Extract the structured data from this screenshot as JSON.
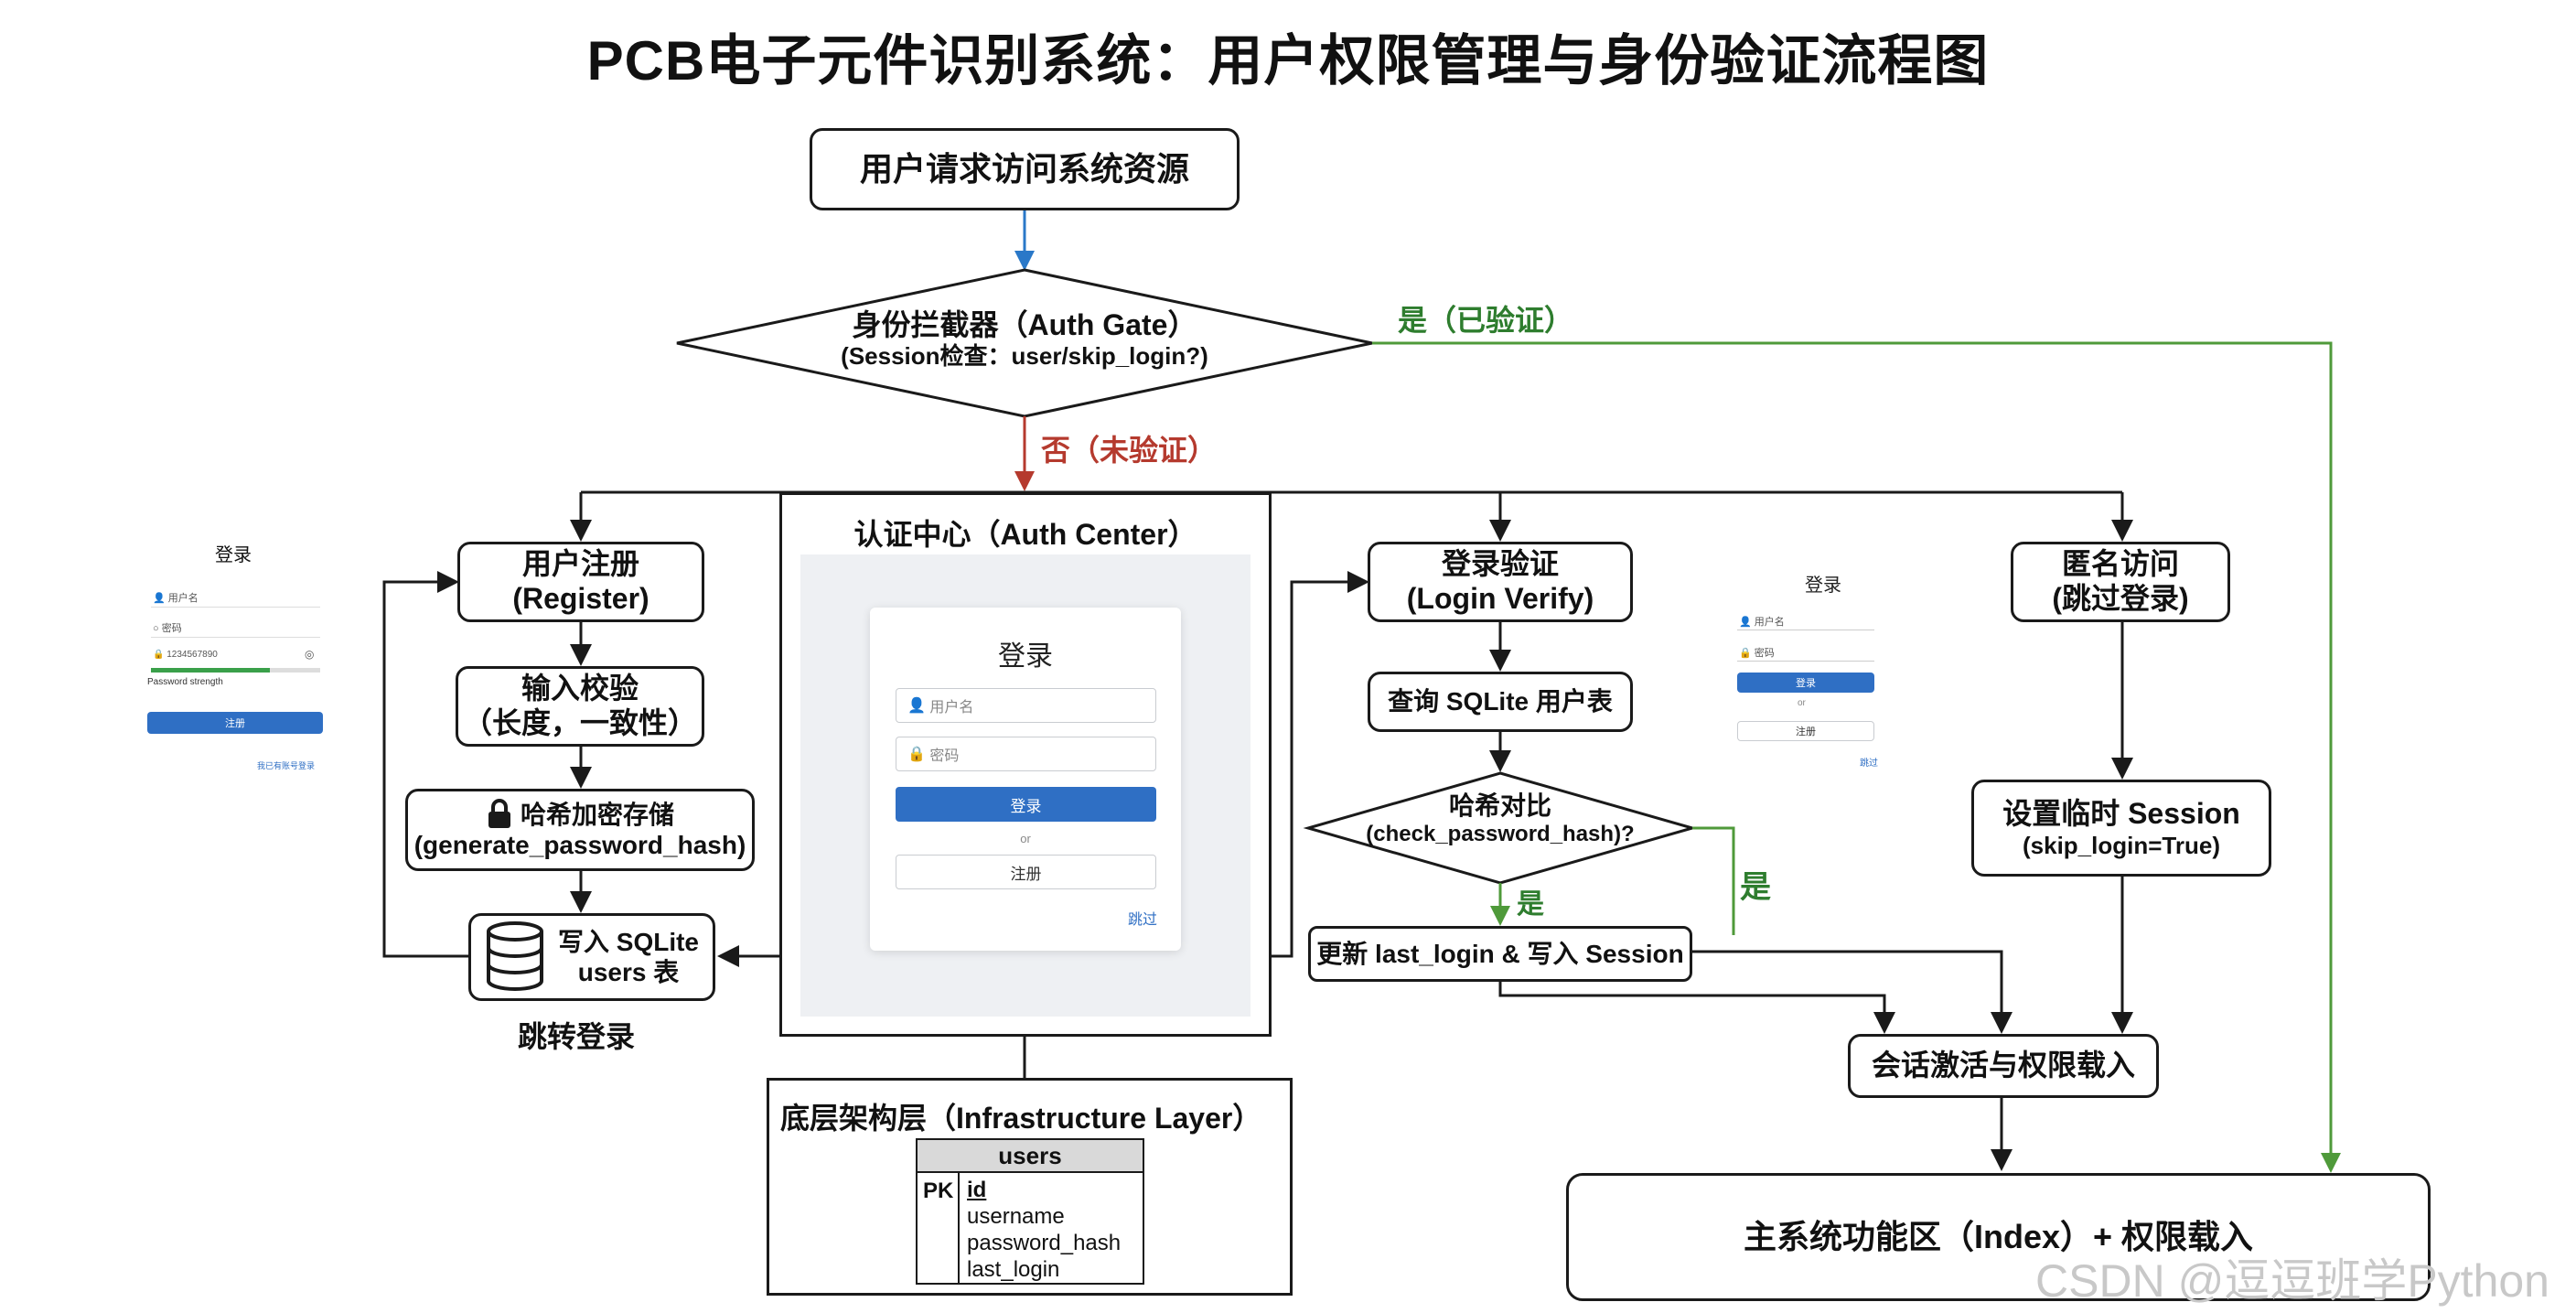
{
  "title": "PCB电子元件识别系统：用户权限管理与身份验证流程图",
  "nodes": {
    "start": "用户请求访问系统资源",
    "gate_line1": "身份拦截器（Auth Gate）",
    "gate_line2": "(Session检查：user/skip_login?)",
    "register_line1": "用户注册",
    "register_line2": "(Register)",
    "validate_line1": "输入校验",
    "validate_line2": "（长度，一致性）",
    "hash_store_line1": "哈希加密存储",
    "hash_store_line2": "(generate_password_hash)",
    "write_db_line1": "写入 SQLite",
    "write_db_line2": "users 表",
    "redirect_login": "跳转登录",
    "auth_center": "认证中心（Auth Center）",
    "login_verify_line1": "登录验证",
    "login_verify_line2": "(Login Verify)",
    "query_users": "查询 SQLite 用户表",
    "hash_compare_line1": "哈希对比",
    "hash_compare_line2": "(check_password_hash)?",
    "update_session": "更新 last_login & 写入 Session",
    "anon_line1": "匿名访问",
    "anon_line2": "(跳过登录)",
    "temp_session_line1": "设置临时 Session",
    "temp_session_line2": "(skip_login=True)",
    "session_activate": "会话激活与权限载入",
    "main_area": "主系统功能区（Index）+ 权限载入",
    "infra_layer": "底层架构层（Infrastructure Layer）"
  },
  "edge_labels": {
    "yes_verified": "是（已验证）",
    "no_unverified": "否（未验证）",
    "yes_small": "是",
    "yes_side": "是"
  },
  "users_table": {
    "name": "users",
    "pk": "PK",
    "fields": [
      "id",
      "username",
      "password_hash",
      "last_login"
    ]
  },
  "mock_register": {
    "title": "登录",
    "user_placeholder": "用户名",
    "pwd_placeholder": "密码",
    "pwd_value": "1234567890",
    "strength_label": "Password strength",
    "button": "注册",
    "link": "我已有账号登录"
  },
  "mock_center": {
    "title": "登录",
    "user_placeholder": "用户名",
    "pwd_placeholder": "密码",
    "login_button": "登录",
    "or": "or",
    "register_button": "注册",
    "skip": "跳过"
  },
  "mock_login": {
    "title": "登录",
    "user_placeholder": "用户名",
    "pwd_placeholder": "密码",
    "login_button": "登录",
    "or": "or",
    "register_button": "注册",
    "skip": "跳过"
  },
  "watermark": "CSDN @逗逗班学Python",
  "colors": {
    "blue_arrow": "#2a78c8",
    "red_arrow": "#b53a2e",
    "green_arrow": "#4f9a3a",
    "black": "#1a1a1a",
    "green_text": "#2e7d2e",
    "red_text": "#b53a2e"
  },
  "icons": [
    "lock-icon",
    "database-icon",
    "user-icon",
    "key-icon",
    "eye-icon"
  ]
}
